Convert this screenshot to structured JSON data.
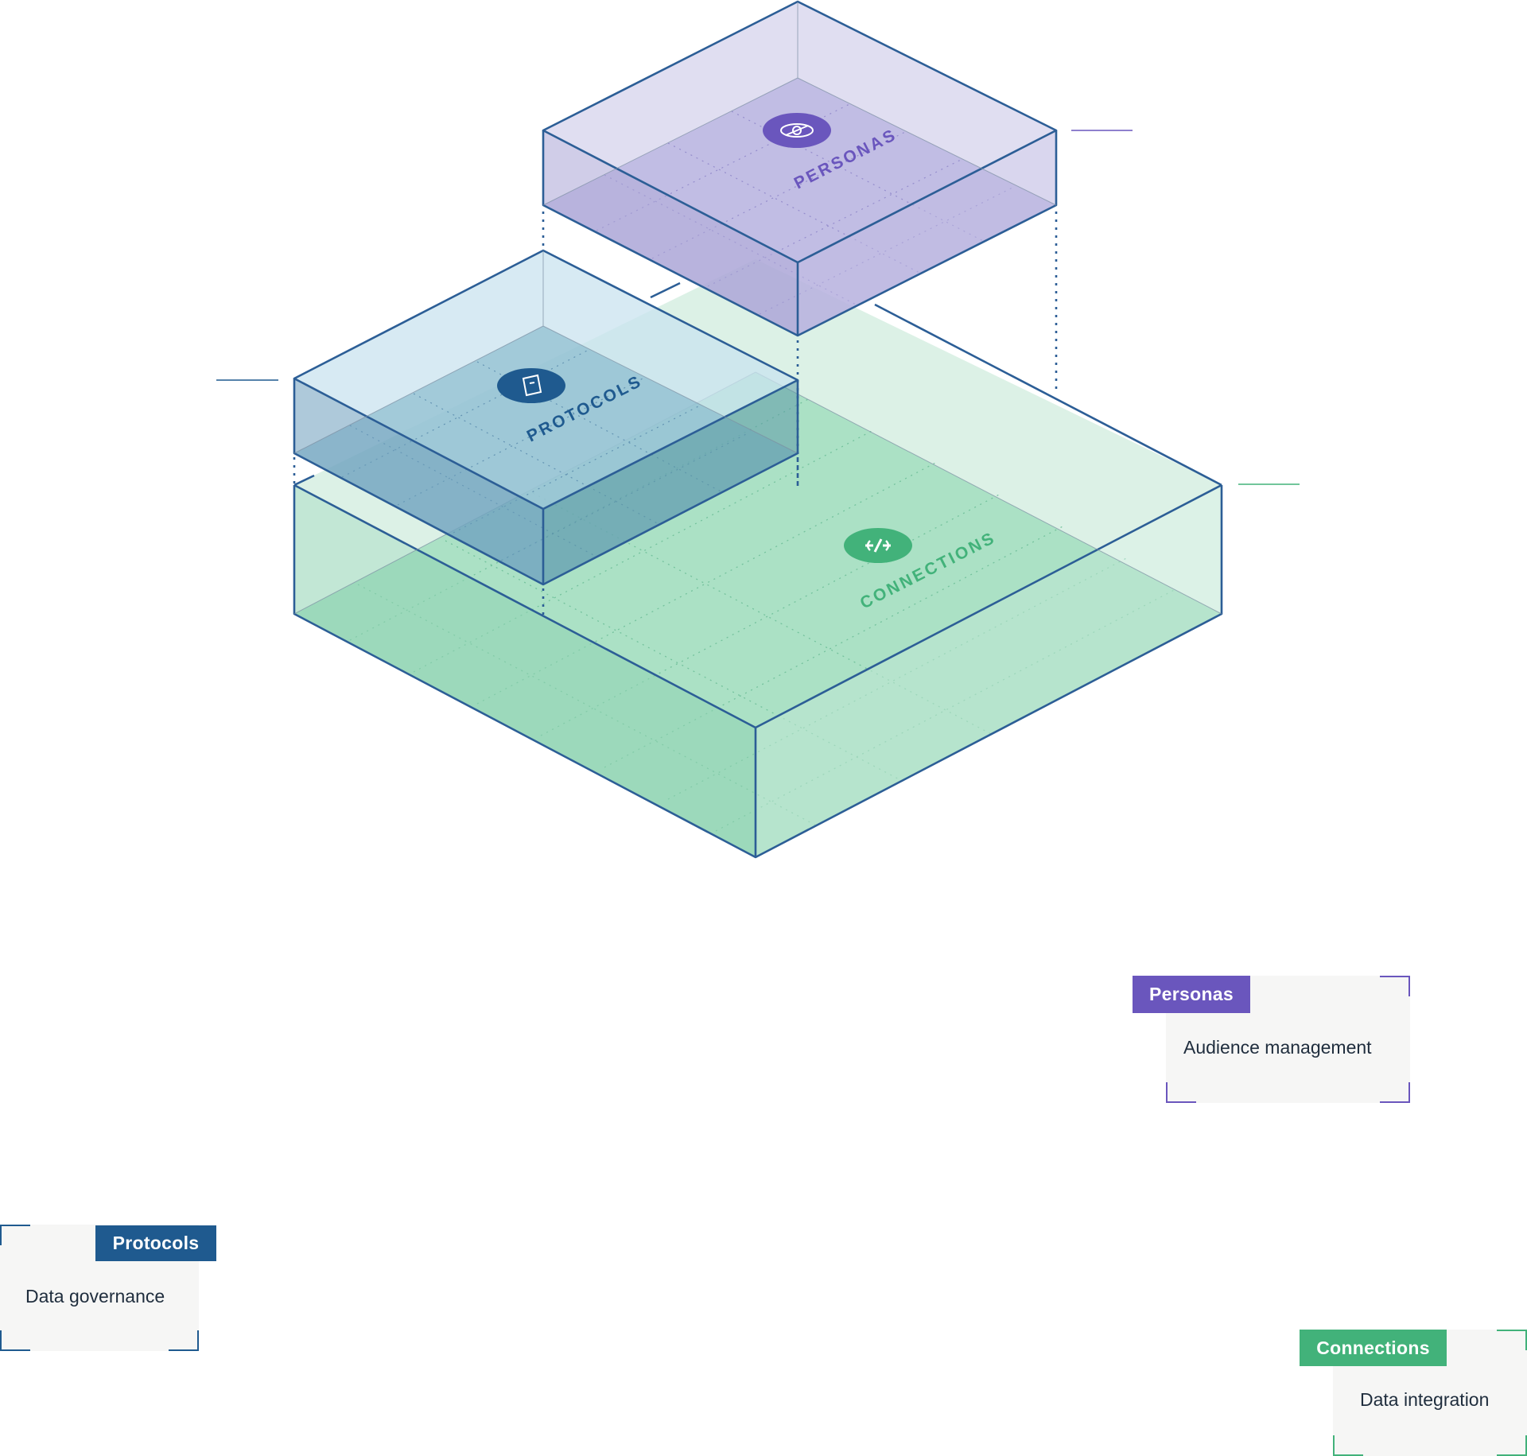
{
  "diagram": {
    "layers": {
      "connections": {
        "floor_label": "CONNECTIONS",
        "tag": "Connections",
        "description": "Data integration",
        "color": "#42b27a",
        "icon": "connections-icon"
      },
      "protocols": {
        "floor_label": "PROTOCOLS",
        "tag": "Protocols",
        "description": "Data governance",
        "color": "#1f5a8f",
        "icon": "protocols-icon"
      },
      "personas": {
        "floor_label": "PERSONAS",
        "tag": "Personas",
        "description": "Audience management",
        "color": "#6a56bd",
        "icon": "personas-icon"
      }
    },
    "edge_color": "#2c5e96"
  }
}
